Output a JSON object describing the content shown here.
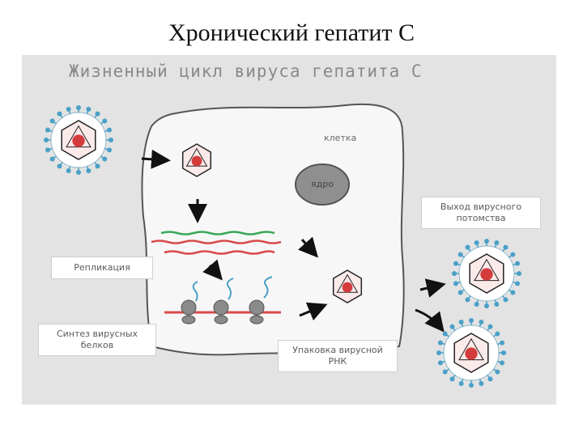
{
  "slide_title": "Хронический гепатит С",
  "figure": {
    "title": "Жизненный цикл вируса гепатита С",
    "cell_label": "клетка",
    "nucleus_label": "ядро",
    "labels": {
      "exit": "Выход вирусного потомства",
      "replication": "Репликация",
      "synthesis": "Синтез вирусных белков",
      "packaging": "Упаковка вирусной РНК"
    },
    "colors": {
      "background": "#e3e3e3",
      "cell": "#f7f7f7",
      "capsid_fill": "#f3c8c8",
      "rna_core": "#d43c3c",
      "envelope_spikes": "#4aa0c8",
      "rna_green": "#3aa85a",
      "rna_red": "#d94a4a",
      "ribosome": "#8a8a8a"
    }
  }
}
